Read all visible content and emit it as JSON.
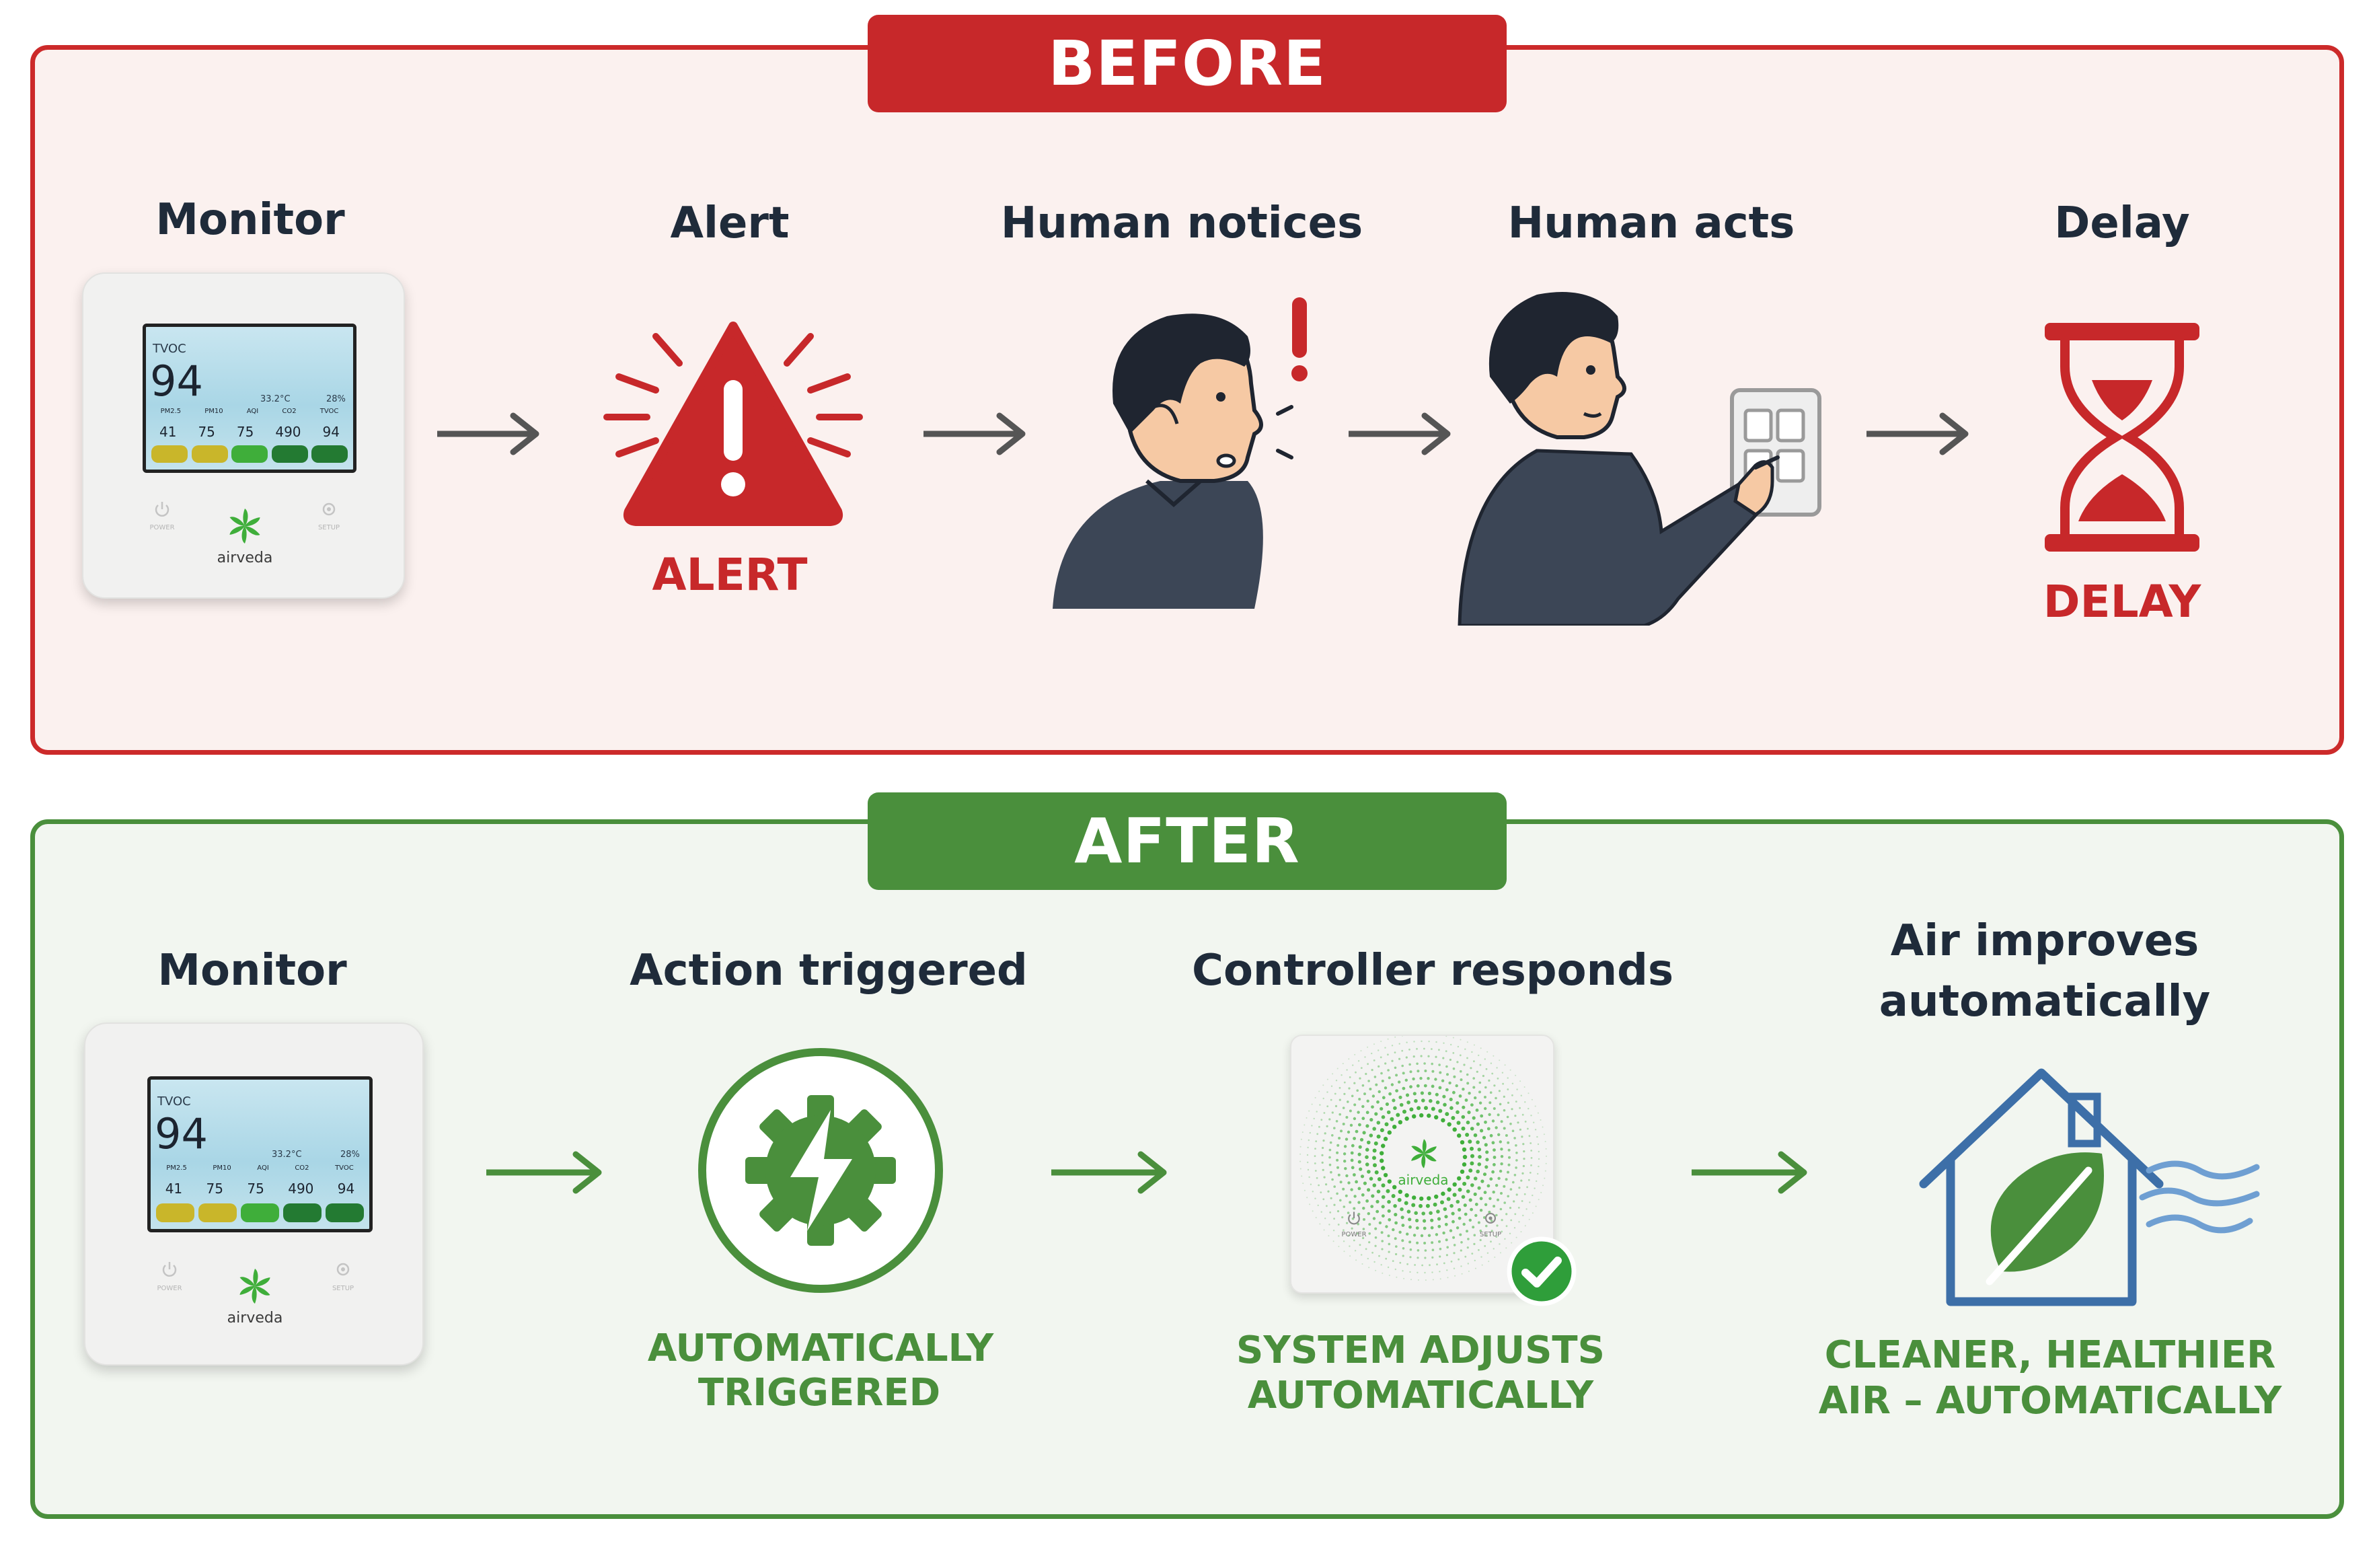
{
  "before": {
    "banner": "BEFORE",
    "steps": [
      {
        "title": "Monitor"
      },
      {
        "title": "Alert",
        "caption": "ALERT"
      },
      {
        "title": "Human notices"
      },
      {
        "title": "Human acts"
      },
      {
        "title": "Delay",
        "caption": "DELAY"
      }
    ]
  },
  "after": {
    "banner": "AFTER",
    "steps": [
      {
        "title": "Monitor"
      },
      {
        "title": "Action triggered",
        "caption_line1": "AUTOMATICALLY",
        "caption_line2": "TRIGGERED"
      },
      {
        "title": "Controller responds",
        "caption_line1": "SYSTEM ADJUSTS",
        "caption_line2": "AUTOMATICALLY"
      },
      {
        "title_line1": "Air improves",
        "title_line2": "automatically",
        "caption_line1": "CLEANER, HEALTHIER",
        "caption_line2": "AIR – AUTOMATICALLY"
      }
    ]
  },
  "monitor_display": {
    "label": "TVOC",
    "value": "94",
    "temperature": "33.2°C",
    "humidity": "28%",
    "metric_labels": [
      "PM2.5",
      "PM10",
      "AQI",
      "CO2",
      "TVOC"
    ],
    "metric_values": [
      "41",
      "75",
      "75",
      "490",
      "94"
    ],
    "bar_colors": [
      "#c9b62a",
      "#c9b62a",
      "#3fae3a",
      "#237a32",
      "#237a32"
    ],
    "power_label": "POWER",
    "setup_label": "SETUP",
    "brand": "airveda"
  },
  "controller": {
    "brand": "airveda",
    "power_label": "POWER",
    "setup_label": "SETUP"
  },
  "colors": {
    "before_accent": "#c7282a",
    "after_accent": "#4a8f3c",
    "arrow_before": "#555555",
    "arrow_after": "#4a8f3c",
    "house": "#3d6fa8",
    "title_text": "#1f2b3a"
  }
}
